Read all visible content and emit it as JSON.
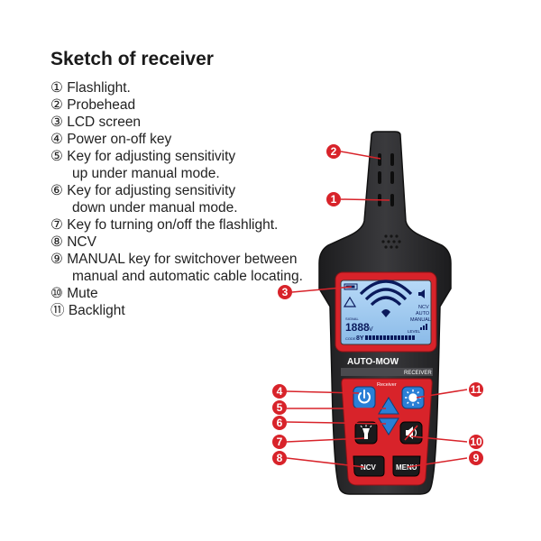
{
  "title": "Sketch of receiver",
  "legend": [
    {
      "num": "①",
      "lines": [
        "Flashlight."
      ]
    },
    {
      "num": "②",
      "lines": [
        "Probehead"
      ]
    },
    {
      "num": "③",
      "lines": [
        "LCD screen"
      ]
    },
    {
      "num": "④",
      "lines": [
        "Power on-off key"
      ]
    },
    {
      "num": "⑤",
      "lines": [
        "Key for adjusting sensitivity",
        "up under manual mode."
      ]
    },
    {
      "num": "⑥",
      "lines": [
        "Key for adjusting sensitivity",
        "down under manual mode."
      ]
    },
    {
      "num": "⑦",
      "lines": [
        "Key fo turning on/off the flashlight."
      ]
    },
    {
      "num": "⑧",
      "lines": [
        "NCV"
      ]
    },
    {
      "num": "⑨",
      "lines": [
        "MANUAL key for switchover between",
        "manual and automatic cable locating."
      ]
    },
    {
      "num": "⑩",
      "lines": [
        "Mute"
      ]
    },
    {
      "num": "⑪",
      "lines": [
        "Backlight"
      ]
    }
  ],
  "callouts": [
    "1",
    "2",
    "3",
    "4",
    "5",
    "6",
    "7",
    "8",
    "9",
    "10",
    "11"
  ],
  "device": {
    "brand": "AUTO-MOW",
    "model_label": "RECEIVER",
    "panel_label": "Receiver",
    "ncv_label": "NCV",
    "menu_label": "MENU"
  },
  "lcd": {
    "digits": "1888",
    "unit": "V",
    "signal_label": "SIGNAL",
    "code_label": "CODE",
    "code_value": "8Y",
    "indicators": [
      "NCV",
      "AUTO",
      "MANUAL"
    ],
    "level_label": "LEVEL"
  },
  "colors": {
    "accent_red": "#d8232a",
    "device_body": "#2b2b2e",
    "lcd_bg": "#9ec8f0",
    "button_blue": "#2a7fd6"
  }
}
